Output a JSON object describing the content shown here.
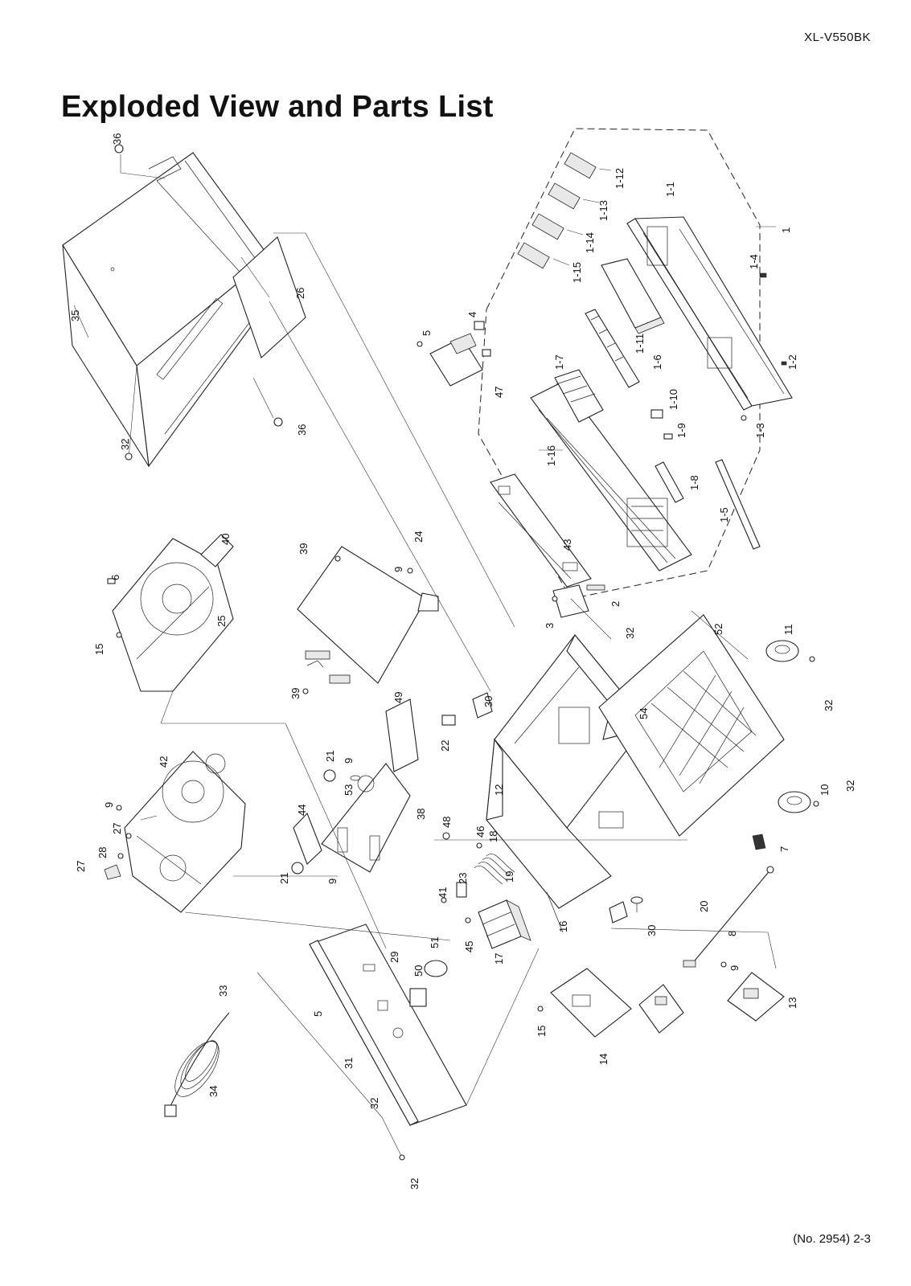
{
  "header": {
    "model": "XL-V550BK"
  },
  "title": "Exploded View and Parts List",
  "footer": {
    "page_ref": "(No. 2954)  2-3"
  },
  "part_labels": [
    {
      "id": "p36a",
      "text": "36"
    },
    {
      "id": "p35",
      "text": "35"
    },
    {
      "id": "p26",
      "text": "26"
    },
    {
      "id": "p32a",
      "text": "32"
    },
    {
      "id": "p36b",
      "text": "36"
    },
    {
      "id": "p1-12",
      "text": "1-12"
    },
    {
      "id": "p1-13",
      "text": "1-13"
    },
    {
      "id": "p1-14",
      "text": "1-14"
    },
    {
      "id": "p1-15",
      "text": "1-15"
    },
    {
      "id": "p1-1",
      "text": "1-1"
    },
    {
      "id": "p1",
      "text": "1"
    },
    {
      "id": "p1-4",
      "text": "1-4"
    },
    {
      "id": "p1-2",
      "text": "1-2"
    },
    {
      "id": "p1-3",
      "text": "1-3"
    },
    {
      "id": "p1-5",
      "text": "1-5"
    },
    {
      "id": "p1-6",
      "text": "1-6"
    },
    {
      "id": "p1-7",
      "text": "1-7"
    },
    {
      "id": "p1-8",
      "text": "1-8"
    },
    {
      "id": "p1-9",
      "text": "1-9"
    },
    {
      "id": "p1-10",
      "text": "1-10"
    },
    {
      "id": "p1-11",
      "text": "1-11"
    },
    {
      "id": "p1-16",
      "text": "1-16"
    },
    {
      "id": "p2",
      "text": "2"
    },
    {
      "id": "p3",
      "text": "3"
    },
    {
      "id": "p4",
      "text": "4"
    },
    {
      "id": "p5a",
      "text": "5"
    },
    {
      "id": "p47",
      "text": "47"
    },
    {
      "id": "p43",
      "text": "43"
    },
    {
      "id": "p40",
      "text": "40"
    },
    {
      "id": "p6",
      "text": "6"
    },
    {
      "id": "p25",
      "text": "25"
    },
    {
      "id": "p15a",
      "text": "15"
    },
    {
      "id": "p39a",
      "text": "39"
    },
    {
      "id": "p24",
      "text": "24"
    },
    {
      "id": "p9a",
      "text": "9"
    },
    {
      "id": "p39b",
      "text": "39"
    },
    {
      "id": "p32b",
      "text": "32"
    },
    {
      "id": "p52",
      "text": "52"
    },
    {
      "id": "p11",
      "text": "11"
    },
    {
      "id": "p32c",
      "text": "32"
    },
    {
      "id": "p49",
      "text": "49"
    },
    {
      "id": "p30a",
      "text": "30"
    },
    {
      "id": "p22",
      "text": "22"
    },
    {
      "id": "p54",
      "text": "54"
    },
    {
      "id": "p12",
      "text": "12"
    },
    {
      "id": "p10",
      "text": "10"
    },
    {
      "id": "p32d",
      "text": "32"
    },
    {
      "id": "p42",
      "text": "42"
    },
    {
      "id": "p21a",
      "text": "21"
    },
    {
      "id": "p9b",
      "text": "9"
    },
    {
      "id": "p53",
      "text": "53"
    },
    {
      "id": "p38",
      "text": "38"
    },
    {
      "id": "p9c",
      "text": "9"
    },
    {
      "id": "p27a",
      "text": "27"
    },
    {
      "id": "p27b",
      "text": "27"
    },
    {
      "id": "p28",
      "text": "28"
    },
    {
      "id": "p44",
      "text": "44"
    },
    {
      "id": "p48",
      "text": "48"
    },
    {
      "id": "p46",
      "text": "46"
    },
    {
      "id": "p18",
      "text": "18"
    },
    {
      "id": "p21b",
      "text": "21"
    },
    {
      "id": "p9d",
      "text": "9"
    },
    {
      "id": "p41",
      "text": "41"
    },
    {
      "id": "p23",
      "text": "23"
    },
    {
      "id": "p19",
      "text": "19"
    },
    {
      "id": "p7",
      "text": "7"
    },
    {
      "id": "p20",
      "text": "20"
    },
    {
      "id": "p30b",
      "text": "30"
    },
    {
      "id": "p16",
      "text": "16"
    },
    {
      "id": "p45",
      "text": "45"
    },
    {
      "id": "p17",
      "text": "17"
    },
    {
      "id": "p8",
      "text": "8"
    },
    {
      "id": "p29",
      "text": "29"
    },
    {
      "id": "p51",
      "text": "51"
    },
    {
      "id": "p50",
      "text": "50"
    },
    {
      "id": "p9e",
      "text": "9"
    },
    {
      "id": "p13",
      "text": "13"
    },
    {
      "id": "p15b",
      "text": "15"
    },
    {
      "id": "p14",
      "text": "14"
    },
    {
      "id": "p33",
      "text": "33"
    },
    {
      "id": "p5b",
      "text": "5"
    },
    {
      "id": "p31",
      "text": "31"
    },
    {
      "id": "p32e",
      "text": "32"
    },
    {
      "id": "p34",
      "text": "34"
    },
    {
      "id": "p32f",
      "text": "32"
    }
  ]
}
